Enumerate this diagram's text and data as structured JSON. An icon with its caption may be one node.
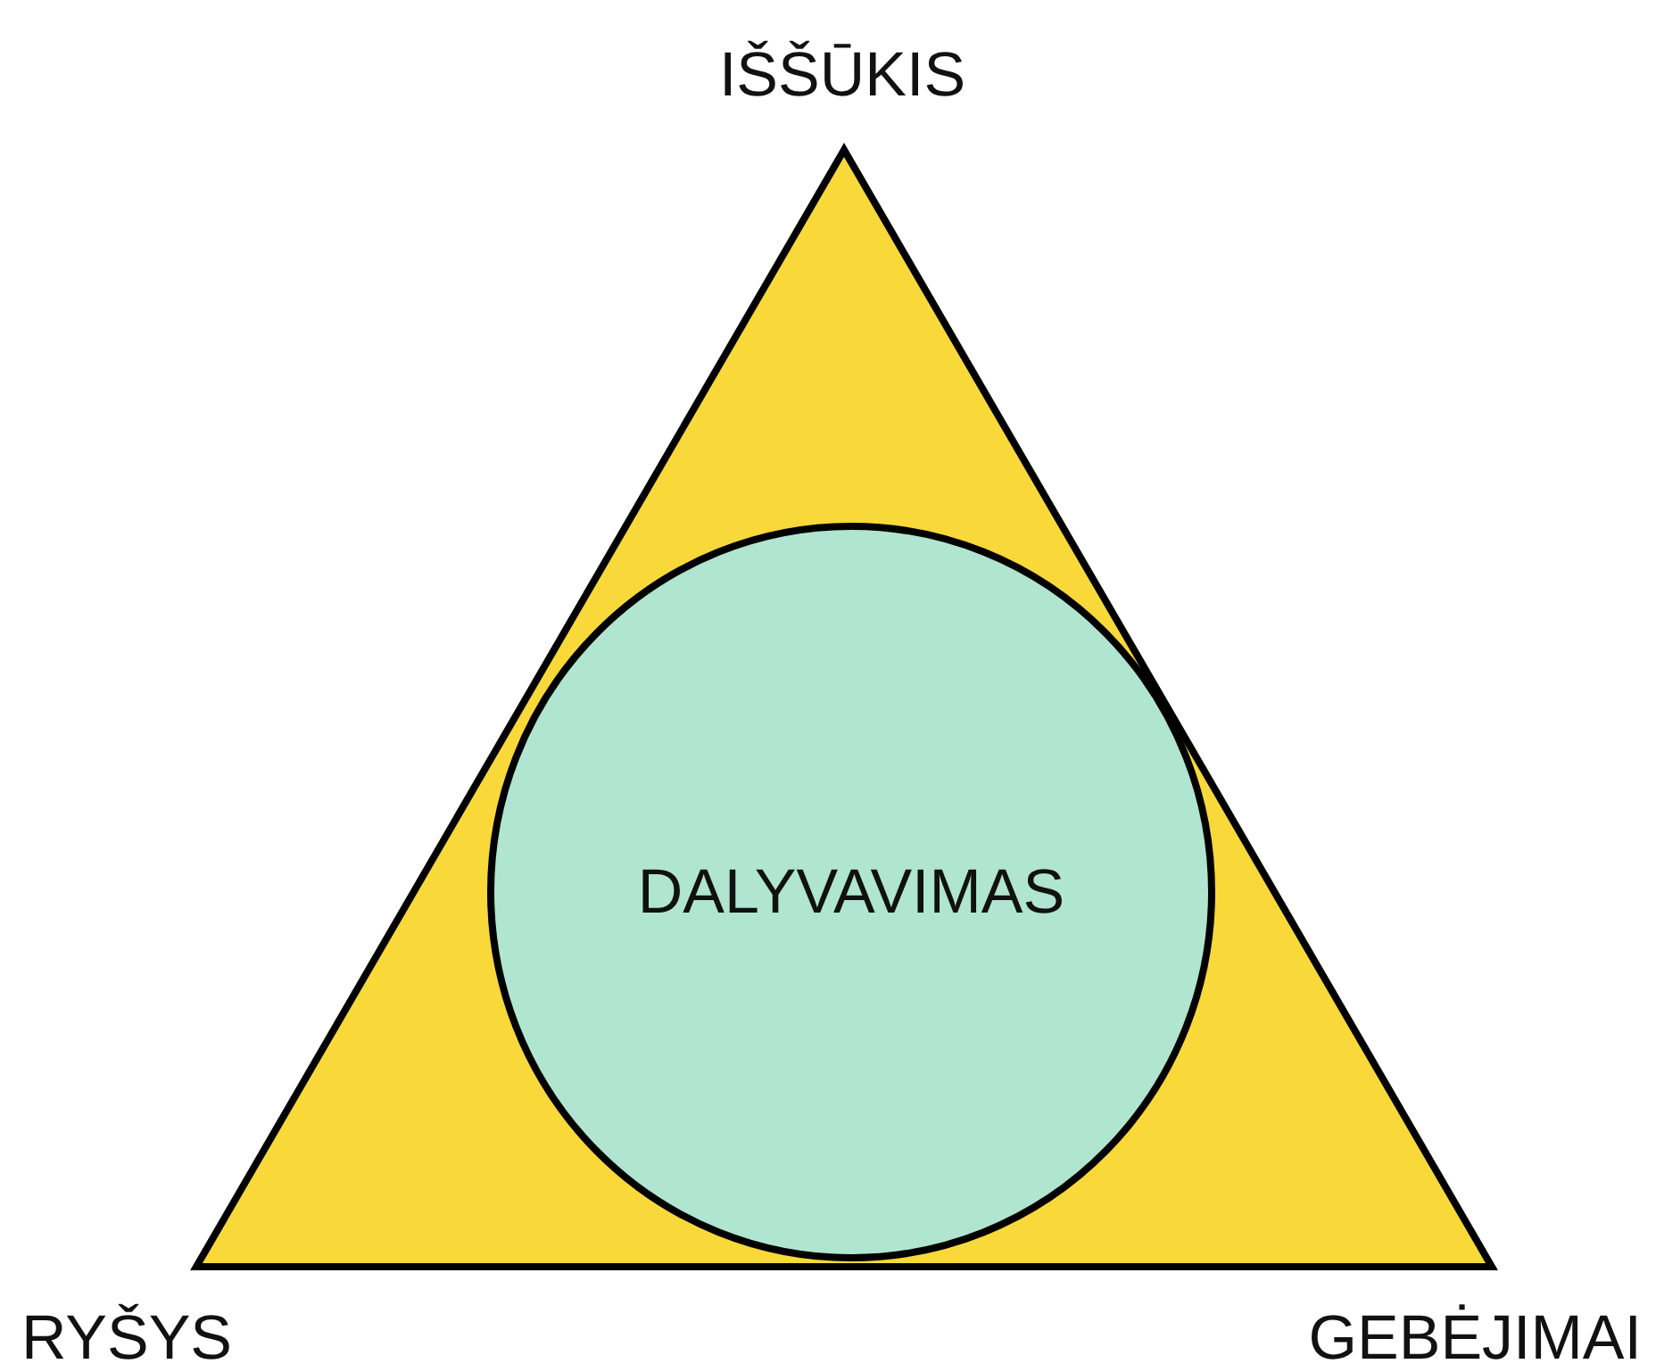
{
  "diagram": {
    "nodes": [
      {
        "text": [],
        "shape": "triangle"
      },
      {
        "text": [
          "DALYVAVIMAS"
        ],
        "in": 0
      }
    ],
    "labels": [
      "IŠŠŪKIS",
      "RYŠYS",
      "GEBĖJIMAI"
    ]
  }
}
